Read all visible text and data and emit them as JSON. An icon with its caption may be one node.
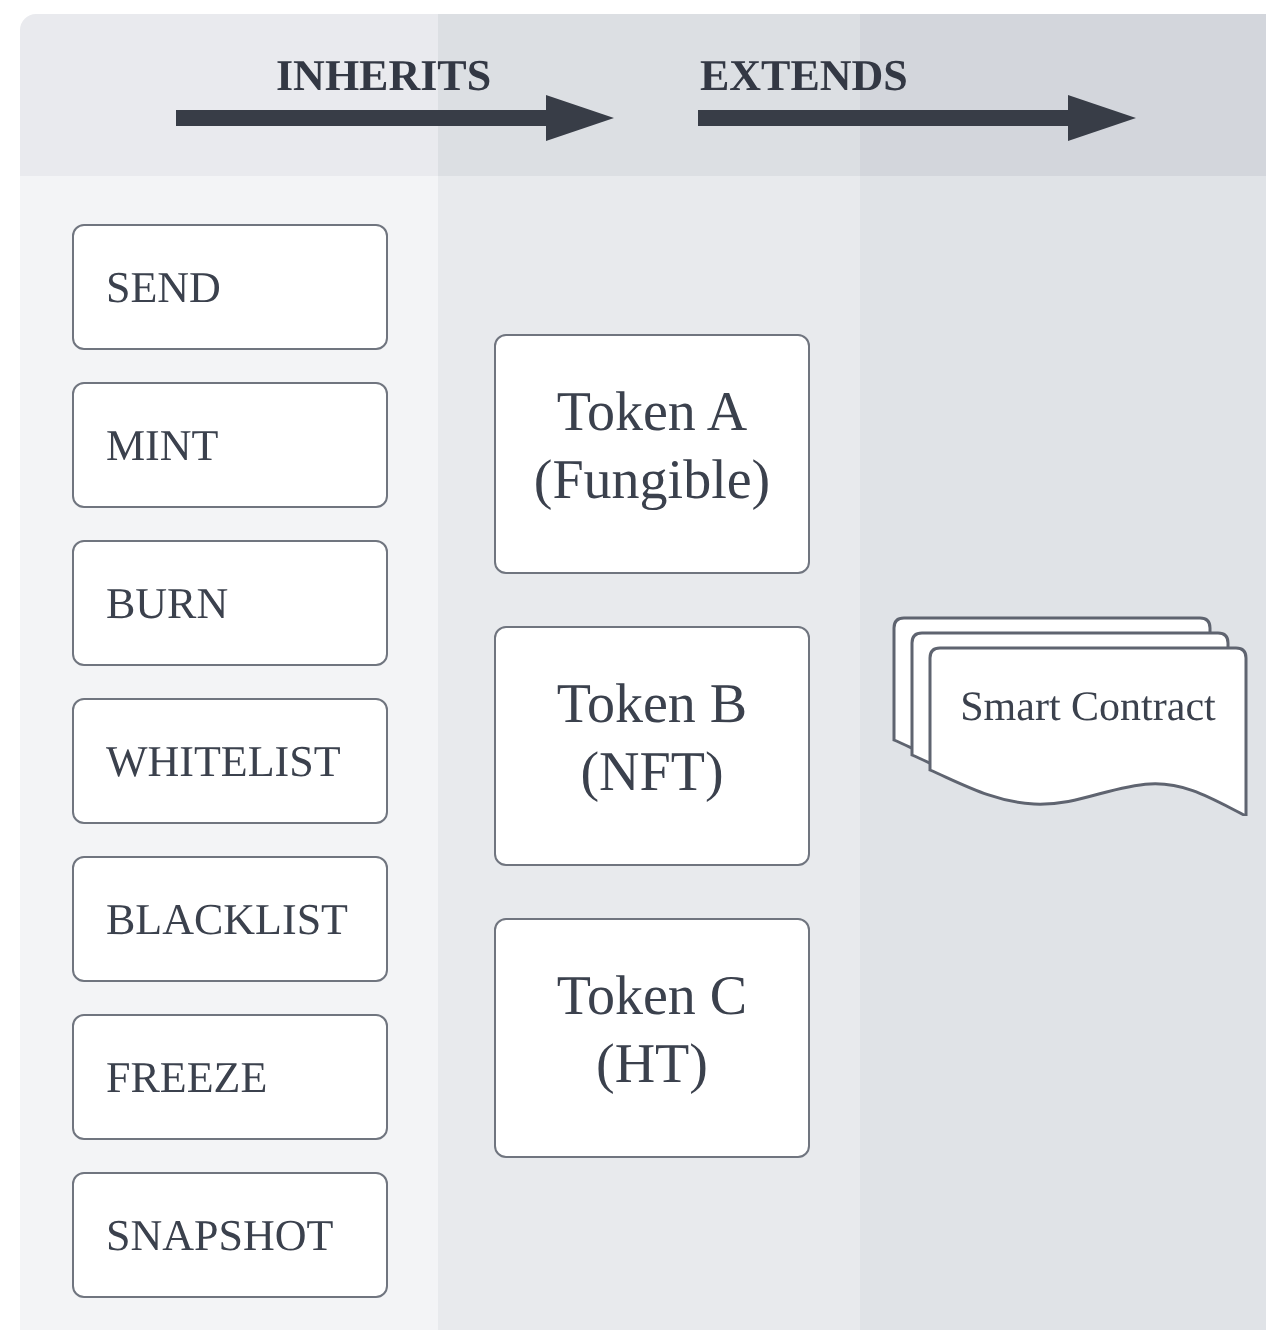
{
  "diagram": {
    "nodes": [
      {
        "text": [
          "INHERITS",
          "EXTENDS"
        ]
      },
      {
        "text": [],
        "shape": "band"
      },
      {
        "text": [],
        "shape": "band"
      },
      {
        "text": [],
        "shape": "band"
      },
      {
        "text": [
          "SEND"
        ],
        "in": 1
      },
      {
        "text": [
          "MINT"
        ],
        "in": 1
      },
      {
        "text": [
          "BURN"
        ],
        "in": 1
      },
      {
        "text": [
          "WHITELIST"
        ],
        "in": 1
      },
      {
        "text": [
          "BLACKLIST"
        ],
        "in": 1
      },
      {
        "text": [
          "FREEZE"
        ],
        "in": 1
      },
      {
        "text": [
          "SNAPSHOT"
        ],
        "in": 1
      },
      {
        "text": [
          "Token A (Fungible)"
        ],
        "in": 2
      },
      {
        "text": [
          "Token B (NFT)"
        ],
        "in": 2
      },
      {
        "text": [
          "Token C (HT)"
        ],
        "in": 2
      },
      {
        "text": [
          "Smart Contract"
        ],
        "in": 3
      }
    ]
  }
}
